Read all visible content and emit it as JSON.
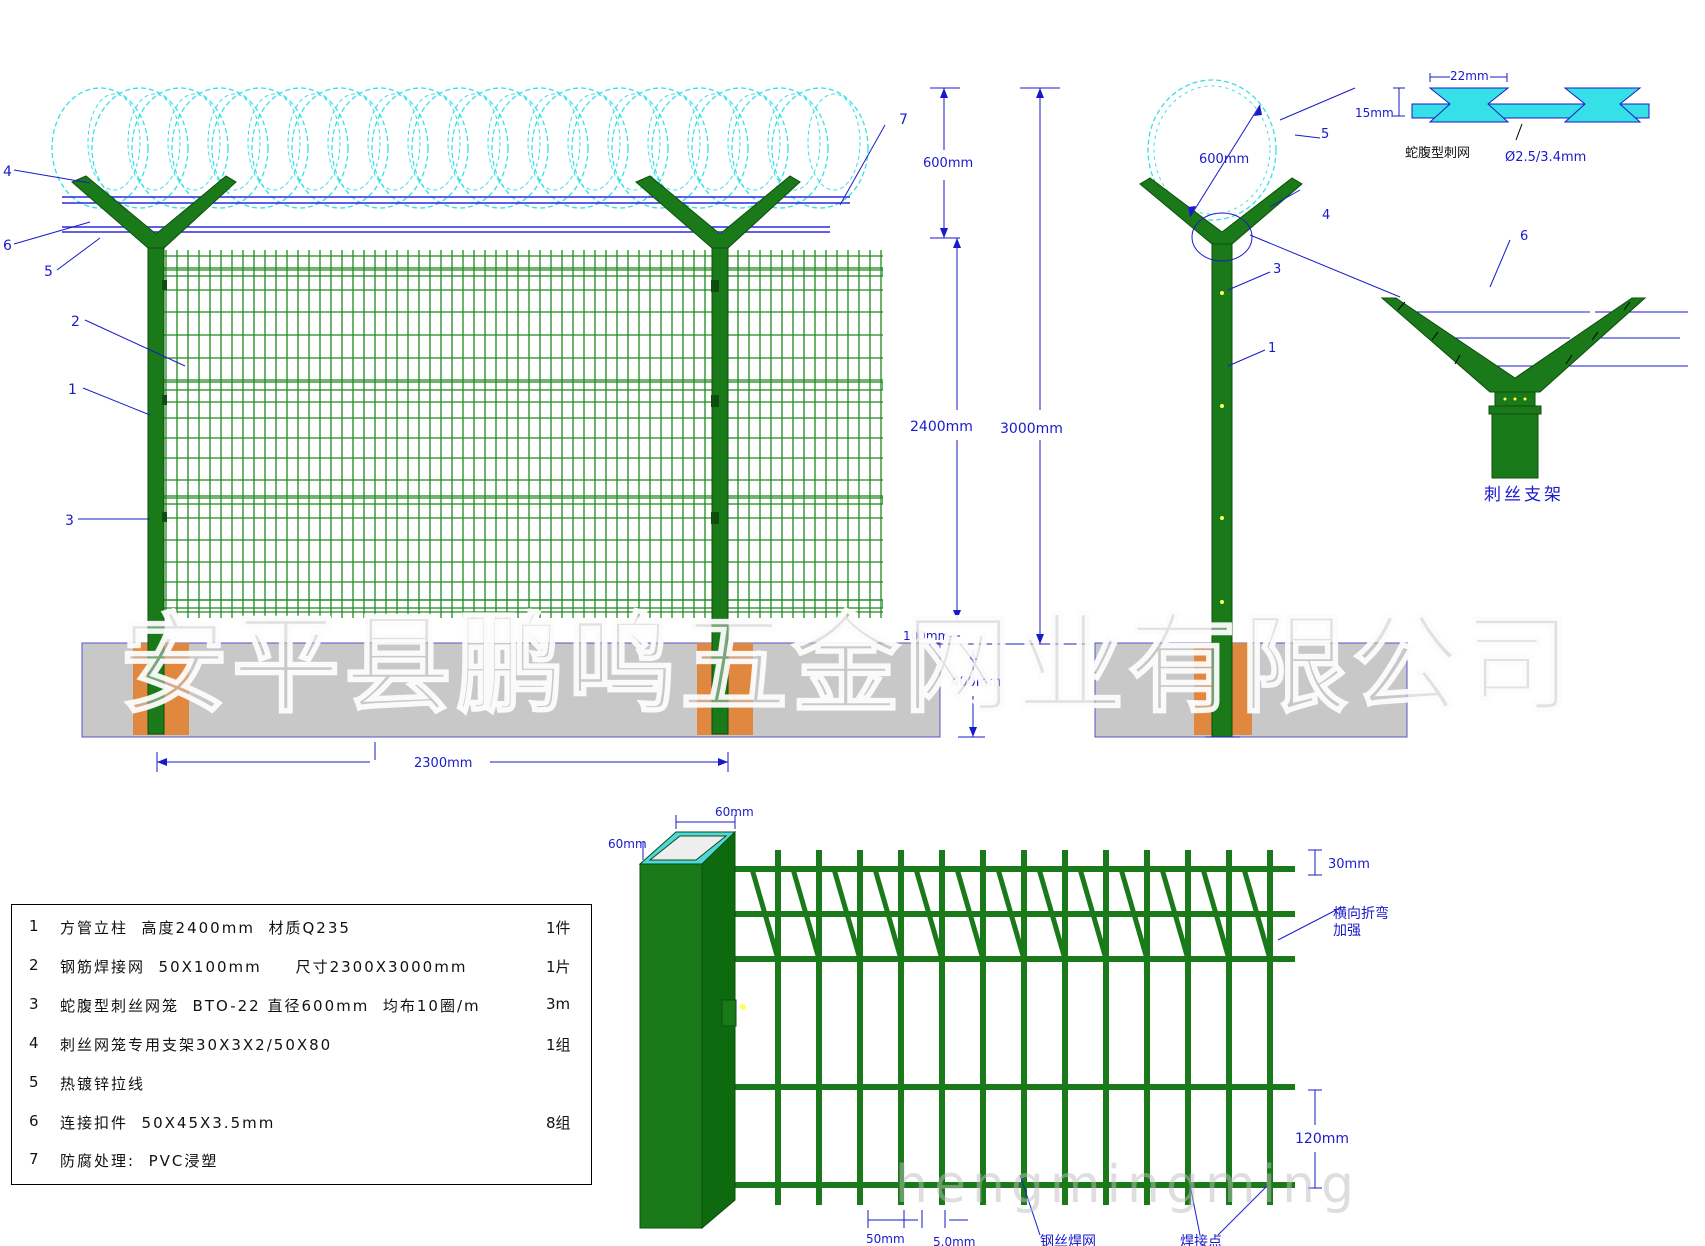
{
  "front_view": {
    "labels": {
      "n1": "1",
      "n2": "2",
      "n3": "3",
      "n4": "4",
      "n5": "5",
      "n6": "6",
      "n7": "7"
    },
    "dims": {
      "coil_height": "600mm",
      "panel_height": "2400mm",
      "total_height": "3000mm",
      "ground_gap": "100mm",
      "footing_depth": "400mm",
      "post_spacing": "2300mm"
    }
  },
  "side_view": {
    "labels": {
      "n1": "1",
      "n3": "3",
      "n4": "4",
      "n5": "5",
      "n6": "6"
    },
    "coil_diameter": "600mm",
    "bracket_caption": "刺丝支架"
  },
  "razor_blade_detail": {
    "width": "22mm",
    "height": "15mm",
    "caption": "蛇腹型刺网",
    "wire_diameter": "Ø2.5/3.4mm"
  },
  "post_detail": {
    "post_width": "60mm",
    "post_depth": "60mm",
    "fold_height": "30mm",
    "fold_label": "横向折弯",
    "fold_label2": "加强",
    "mesh_height": "120mm",
    "mesh_width": "50mm",
    "wire_diameter": "5.0mm",
    "mesh_label": "钢丝焊网",
    "weld_label": "焊接点"
  },
  "spec_table": [
    {
      "num": "1",
      "text": "方管立柱  高度2400mm  材质Q235",
      "qty": "1件"
    },
    {
      "num": "2",
      "text": "钢筋焊接网  50X100mm     尺寸2300X3000mm",
      "qty": "1片"
    },
    {
      "num": "3",
      "text": "蛇腹型刺丝网笼  BTO-22 直径600mm  均布10圈/m",
      "qty": "3m"
    },
    {
      "num": "4",
      "text": "刺丝网笼专用支架30X3X2/50X80",
      "qty": "1组"
    },
    {
      "num": "5",
      "text": "热镀锌拉线",
      "qty": ""
    },
    {
      "num": "6",
      "text": "连接扣件  50X45X3.5mm",
      "qty": "8组"
    },
    {
      "num": "7",
      "text": "防腐处理:  PVC浸塑",
      "qty": ""
    }
  ],
  "watermark": "安平县鹏鸣五金网业有限公司",
  "watermark_url": "hengmingming",
  "colors": {
    "post": "#1a7a1a",
    "mesh": "#1f8a1f",
    "razor": "#35e0e6",
    "concrete": "#c8c8c8",
    "sleeve": "#e08840",
    "dimension": "#0000cc"
  }
}
